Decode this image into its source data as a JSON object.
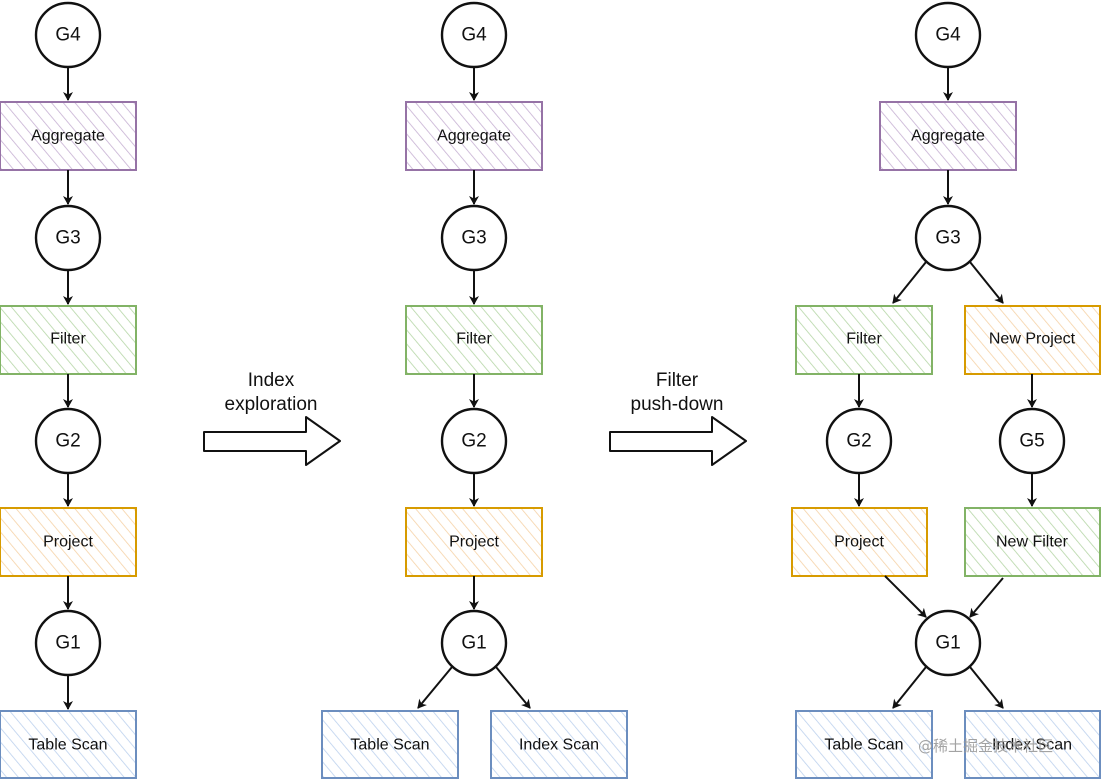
{
  "colors": {
    "purple": "#9673a6",
    "purpleFill": "#e1d5e7",
    "green": "#82b366",
    "greenFill": "#d5e8d4",
    "orange": "#d79b00",
    "orangeFill": "#ffe6cc",
    "blue": "#6c8ebf",
    "blueFill": "#dae8fc",
    "stroke": "#111111"
  },
  "steps": {
    "index_exploration": [
      "Index",
      "exploration"
    ],
    "filter_pushdown": [
      "Filter",
      "push-down"
    ]
  },
  "diagram1": {
    "g4": "G4",
    "aggregate": "Aggregate",
    "g3": "G3",
    "filter": "Filter",
    "g2": "G2",
    "project": "Project",
    "g1": "G1",
    "table_scan": "Table Scan"
  },
  "diagram2": {
    "g4": "G4",
    "aggregate": "Aggregate",
    "g3": "G3",
    "filter": "Filter",
    "g2": "G2",
    "project": "Project",
    "g1": "G1",
    "table_scan": "Table Scan",
    "index_scan": "Index Scan"
  },
  "diagram3": {
    "g4": "G4",
    "aggregate": "Aggregate",
    "g3": "G3",
    "filter": "Filter",
    "new_project": "New Project",
    "g2": "G2",
    "g5": "G5",
    "project": "Project",
    "new_filter": "New Filter",
    "g1": "G1",
    "table_scan": "Table Scan",
    "index_scan": "Index Scan"
  },
  "watermark": "@稀土掘金技术社区"
}
